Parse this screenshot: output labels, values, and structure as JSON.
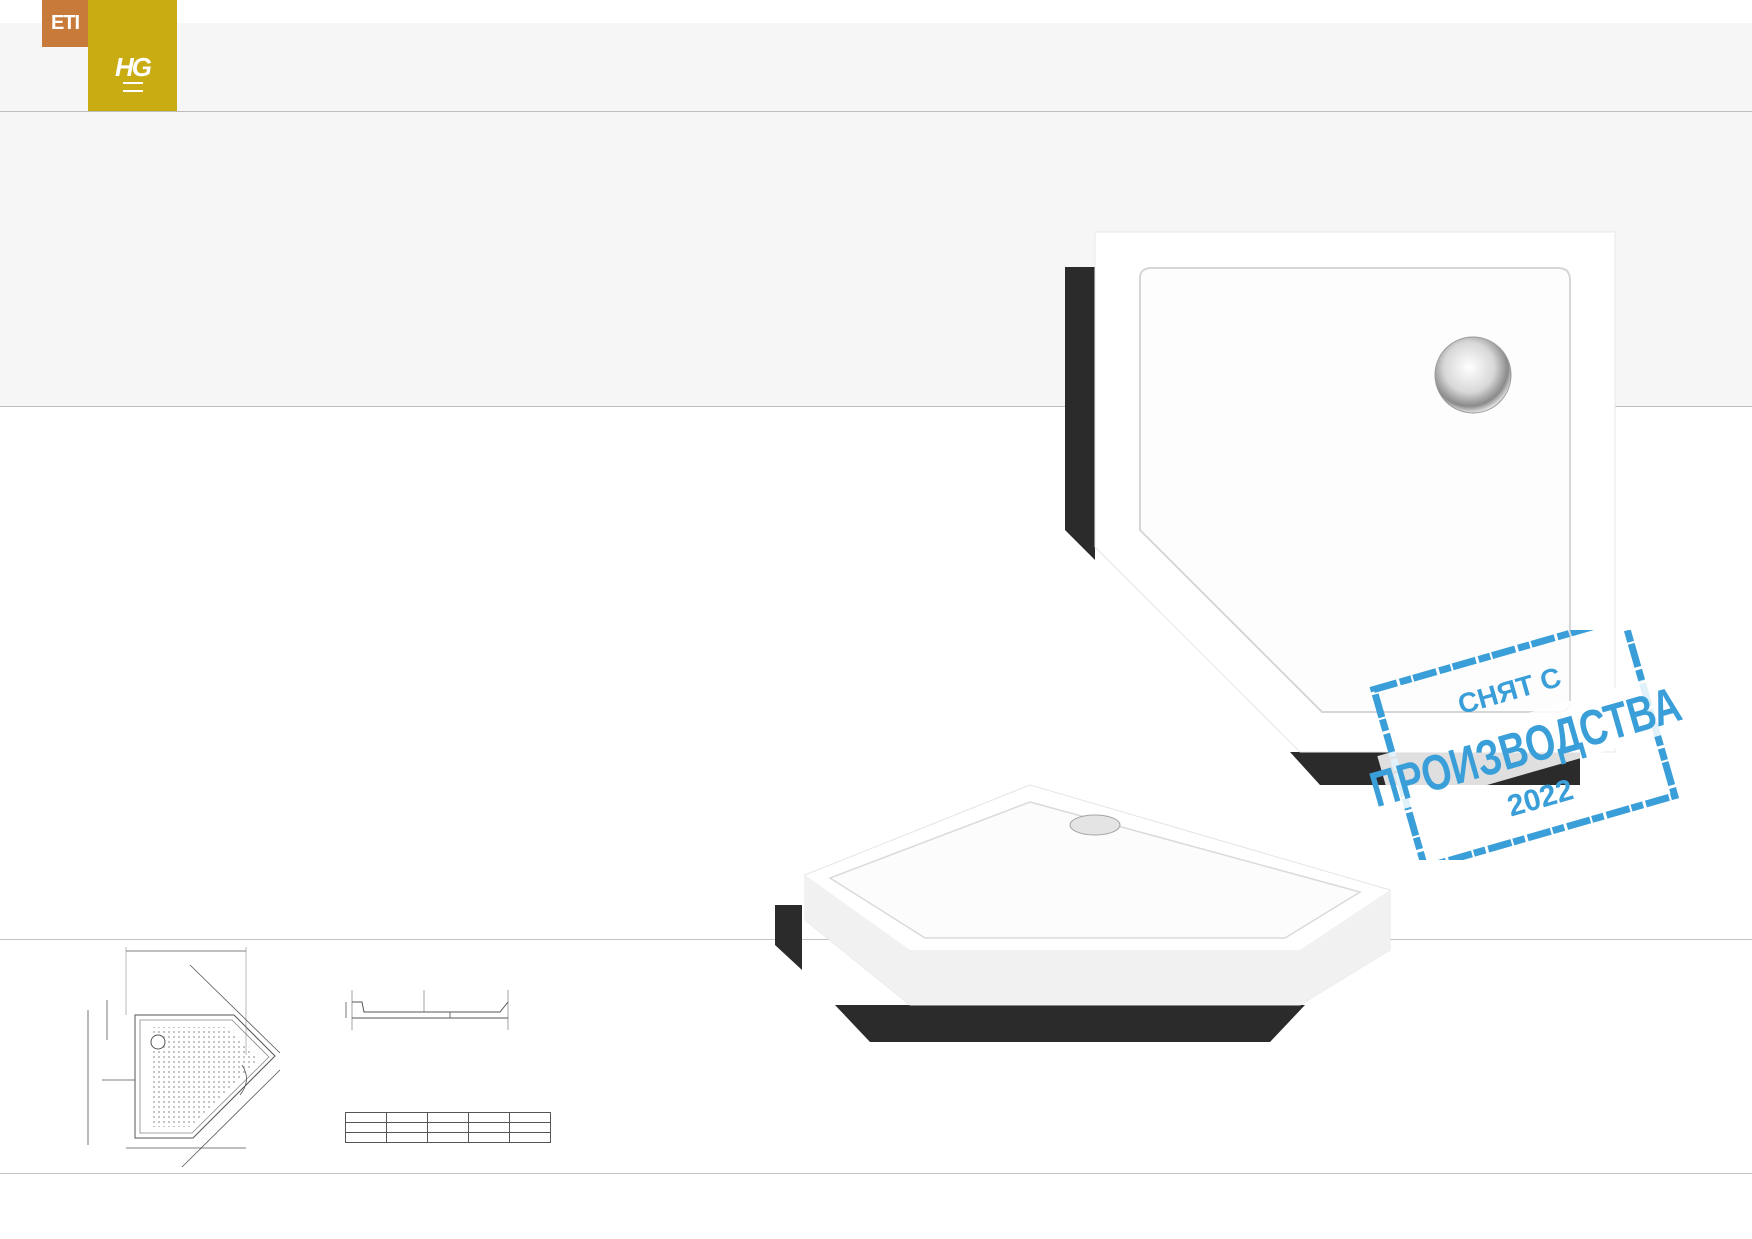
{
  "brand": {
    "logo_eti": "ETI",
    "logo_hg": "HG",
    "colors": {
      "eti": "#c87a3a",
      "hg": "#c9ab12",
      "shadow": "#2b2b2b"
    }
  },
  "stamp": {
    "line1": "СНЯТ С",
    "line2": "ПРОИЗВОДСТВА",
    "line3": "2022",
    "color": "#3a9fd8"
  },
  "spec_table": {
    "rows": [
      [
        "",
        "",
        "",
        "",
        ""
      ],
      [
        "",
        "",
        "",
        "",
        ""
      ],
      [
        "",
        "",
        "",
        "",
        ""
      ]
    ]
  }
}
